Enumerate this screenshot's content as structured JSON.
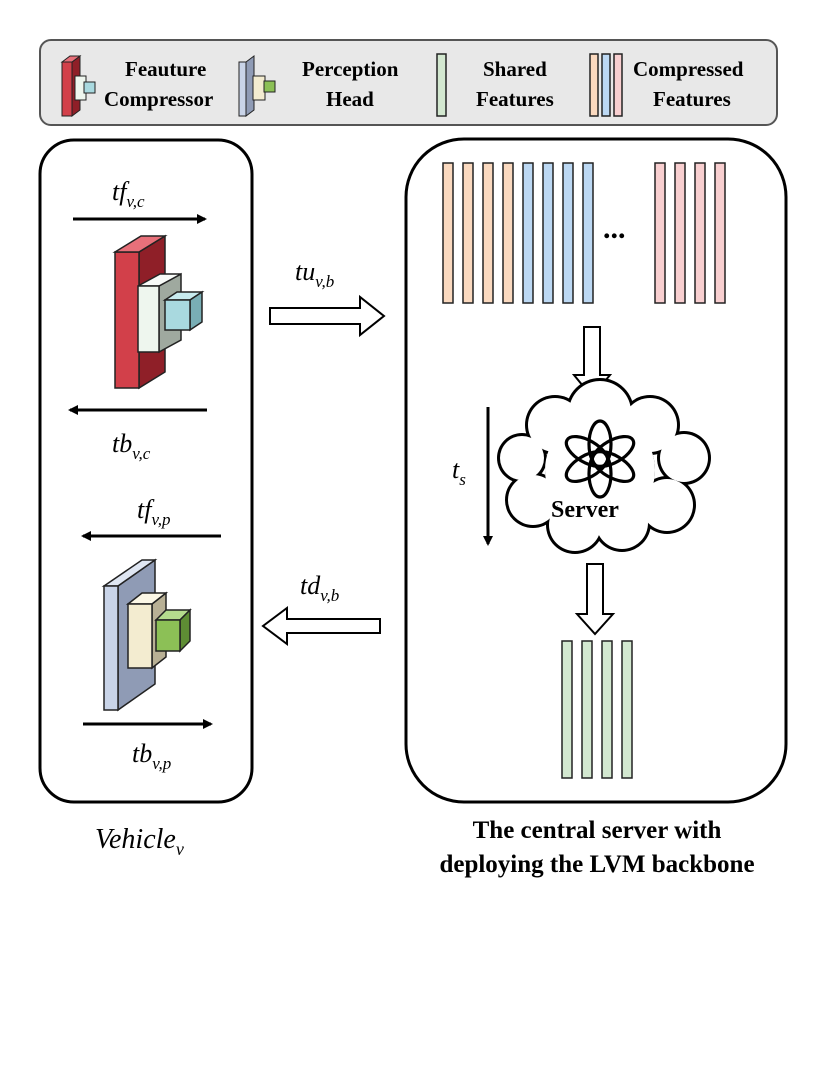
{
  "legend": {
    "compressor_line1": "Feauture",
    "compressor_line2": "Compressor",
    "head_line1": "Perception",
    "head_line2": "Head",
    "shared_line1": "Shared",
    "shared_line2": "Features",
    "compressed_line1": "Compressed",
    "compressed_line2": "Features"
  },
  "vehicle": {
    "tf_vc_base": "tf",
    "tf_vc_sub": "v,c",
    "tb_vc_base": "tb",
    "tb_vc_sub": "v,c",
    "tf_vp_base": "tf",
    "tf_vp_sub": "v,p",
    "tb_vp_base": "tb",
    "tb_vp_sub": "v,p",
    "caption_base": "Vehicle",
    "caption_sub": "v"
  },
  "links": {
    "tu_base": "tu",
    "tu_sub": "v,b",
    "td_base": "td",
    "td_sub": "v,b"
  },
  "server": {
    "ellipsis": "...",
    "ts_base": "t",
    "ts_sub": "s",
    "label": "Server",
    "caption_line1": "The central server with",
    "caption_line2": "deploying the LVM backbone"
  },
  "colors": {
    "compressor_red": "#d2404a",
    "compressor_white": "#eef6ee",
    "compressor_cyan": "#a9d9df",
    "head_blue": "#c9d4e8",
    "head_cream": "#f3ecd0",
    "head_green": "#8cc056",
    "orange_feature": "#fad9bf",
    "blue_feature": "#bcd8f3",
    "pink_feature": "#f8cfd0",
    "green_feature": "#d3e8d0",
    "legend_bg": "#e8e8e8"
  }
}
